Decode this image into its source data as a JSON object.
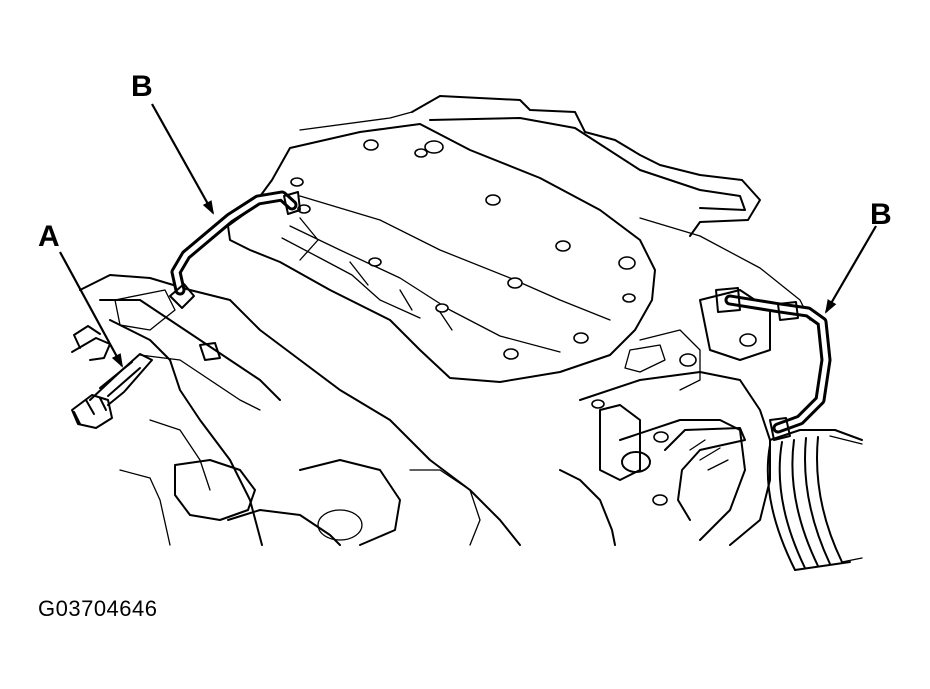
{
  "callouts": {
    "a": "A",
    "b_left": "B",
    "b_right": "B"
  },
  "figure_code": "G03704646"
}
